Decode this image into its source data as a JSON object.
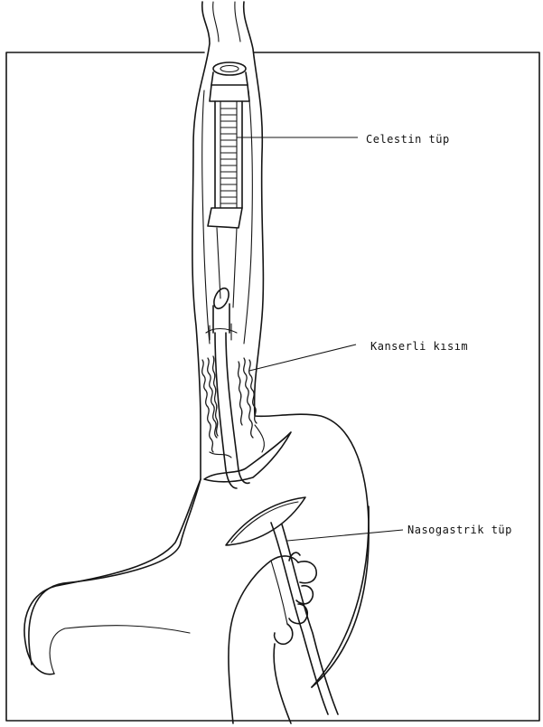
{
  "labels": {
    "celestin": "Celestin   tüp",
    "kanserli": "Kanserli   kısım",
    "nasogastrik": "Nasogastrik   tüp"
  },
  "colors": {
    "ink": "#151515",
    "paper": "#ffffff"
  }
}
